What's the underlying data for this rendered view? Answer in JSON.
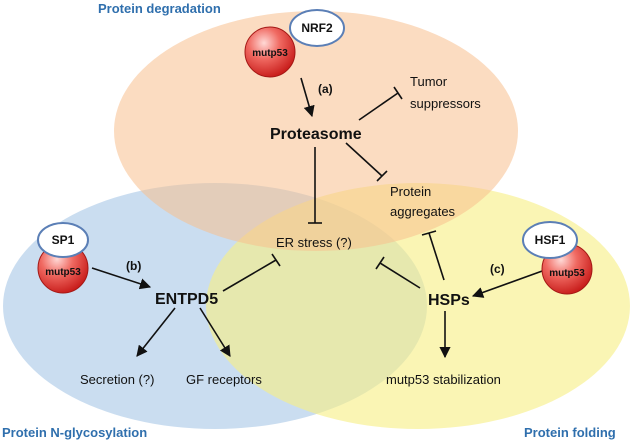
{
  "regions": {
    "degradation": "Protein degradation",
    "glycosylation": "Protein N-glycosylation",
    "folding": "Protein folding"
  },
  "nodes": {
    "nrf2": "NRF2",
    "sp1": "SP1",
    "hsf1": "HSF1",
    "mutp53": "mutp53",
    "proteasome": "Proteasome",
    "tumor_suppressors_1": "Tumor",
    "tumor_suppressors_2": "suppressors",
    "protein_aggregates_1": "Protein",
    "protein_aggregates_2": "aggregates",
    "er_stress": "ER stress (?)",
    "entpd5": "ENTPD5",
    "hsps": "HSPs",
    "secretion": "Secretion (?)",
    "gf_receptors": "GF receptors",
    "mutp53_stabilization": "mutp53 stabilization"
  },
  "labels": {
    "a": "(a)",
    "b": "(b)",
    "c": "(c)"
  },
  "colors": {
    "degradation_fill": "#f7c08e",
    "glycosylation_fill": "#a9c8e6",
    "folding_fill": "#f7ef86",
    "ball_fill": "#e8332e",
    "pill_border": "#5b7fb6",
    "region_text": "#2f6fad"
  }
}
